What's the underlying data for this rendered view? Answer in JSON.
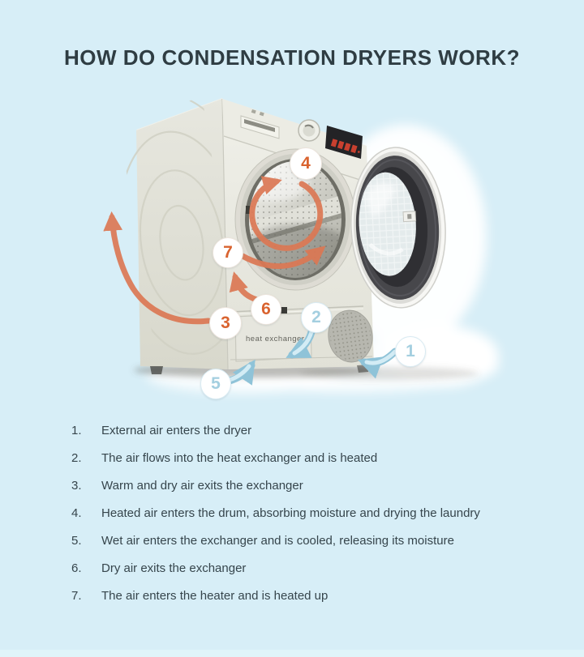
{
  "header": {
    "title": "HOW DO CONDENSATION DRYERS WORK?"
  },
  "diagram": {
    "machine_label": "heat exchanger",
    "callouts": [
      {
        "number": "1",
        "style": "blue"
      },
      {
        "number": "2",
        "style": "blue"
      },
      {
        "number": "3",
        "style": "orange"
      },
      {
        "number": "4",
        "style": "orange"
      },
      {
        "number": "5",
        "style": "blue"
      },
      {
        "number": "6",
        "style": "orange"
      },
      {
        "number": "7",
        "style": "orange"
      }
    ],
    "legend_colors": {
      "warm_air_arrow": "#dc7854",
      "cool_air_arrow": "#9fcfe2",
      "warm_number_color": "#d9632f",
      "cool_number_color": "#a4cfe0"
    }
  },
  "steps": {
    "items": [
      {
        "num": "1.",
        "text": "External air enters the dryer"
      },
      {
        "num": "2.",
        "text": "The air flows into the heat exchanger and is heated"
      },
      {
        "num": "3.",
        "text": "Warm and dry air exits the exchanger"
      },
      {
        "num": "4.",
        "text": "Heated air enters the drum, absorbing moisture and drying the laundry"
      },
      {
        "num": "5.",
        "text": "Wet air enters the exchanger and is cooled, releasing its moisture"
      },
      {
        "num": "6.",
        "text": "Dry air exits the exchanger"
      },
      {
        "num": "7.",
        "text": "The air enters the heater and is heated up"
      }
    ]
  },
  "page_colors": {
    "background": "#d7eef7",
    "text": "#36454c",
    "title": "#2f3d43"
  }
}
